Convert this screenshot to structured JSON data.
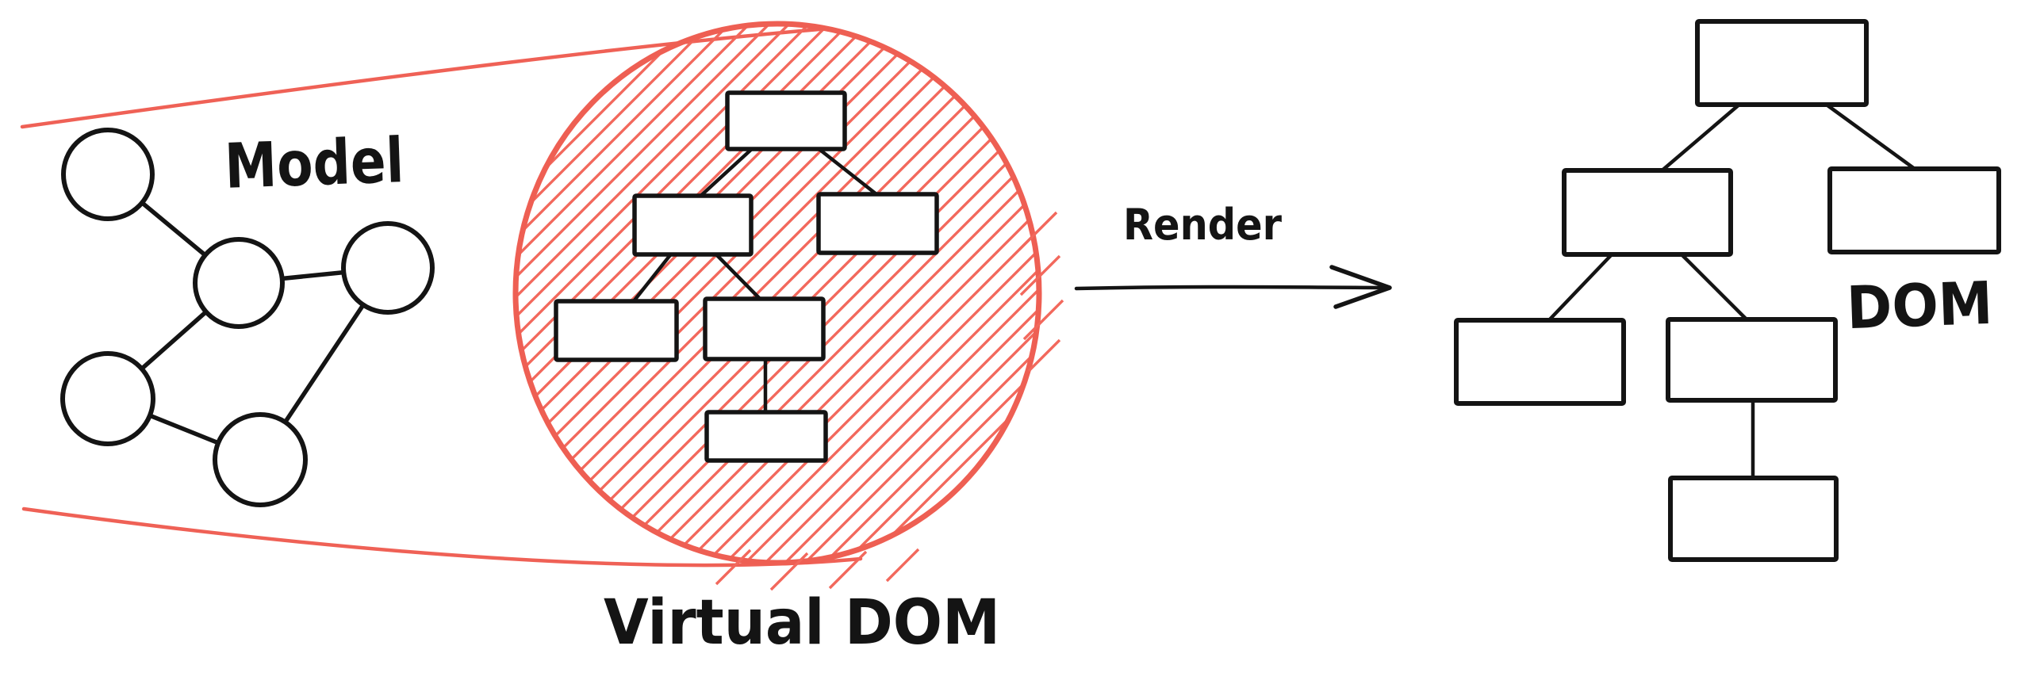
{
  "colors": {
    "ink": "#141414",
    "accent_red": "#ef6156",
    "hatch_red": "#f2685c",
    "background": "#ffffff"
  },
  "labels": {
    "model": "Model",
    "virtual_dom": "Virtual DOM",
    "render": "Render",
    "dom": "DOM"
  },
  "model_graph": {
    "type": "undirected-graph",
    "node_count": 5,
    "nodes": [
      "top-left",
      "center",
      "right",
      "bottom-left",
      "bottom-center"
    ],
    "edges": [
      [
        "top-left",
        "center"
      ],
      [
        "center",
        "right"
      ],
      [
        "center",
        "bottom-left"
      ],
      [
        "bottom-left",
        "bottom-center"
      ],
      [
        "bottom-center",
        "right"
      ]
    ]
  },
  "virtual_dom_tree": {
    "type": "tree",
    "node_count": 6,
    "nodes": [
      "root",
      "child-left",
      "child-right",
      "grandchild-left",
      "grandchild-mid",
      "great-grandchild"
    ],
    "edges": [
      [
        "root",
        "child-left"
      ],
      [
        "root",
        "child-right"
      ],
      [
        "child-left",
        "grandchild-left"
      ],
      [
        "child-left",
        "grandchild-mid"
      ],
      [
        "grandchild-mid",
        "great-grandchild"
      ]
    ],
    "highlight": "enclosed-in-red-hatched-magnifier-circle"
  },
  "dom_tree": {
    "type": "tree",
    "node_count": 6,
    "nodes": [
      "root",
      "child-left",
      "child-right",
      "grandchild-left",
      "grandchild-mid",
      "great-grandchild"
    ],
    "edges": [
      [
        "root",
        "child-left"
      ],
      [
        "root",
        "child-right"
      ],
      [
        "child-left",
        "grandchild-left"
      ],
      [
        "child-left",
        "grandchild-mid"
      ],
      [
        "grandchild-mid",
        "great-grandchild"
      ]
    ]
  },
  "flow": {
    "arrow": {
      "from": "virtual-dom-circle",
      "to": "dom-tree",
      "label": "Render"
    }
  }
}
